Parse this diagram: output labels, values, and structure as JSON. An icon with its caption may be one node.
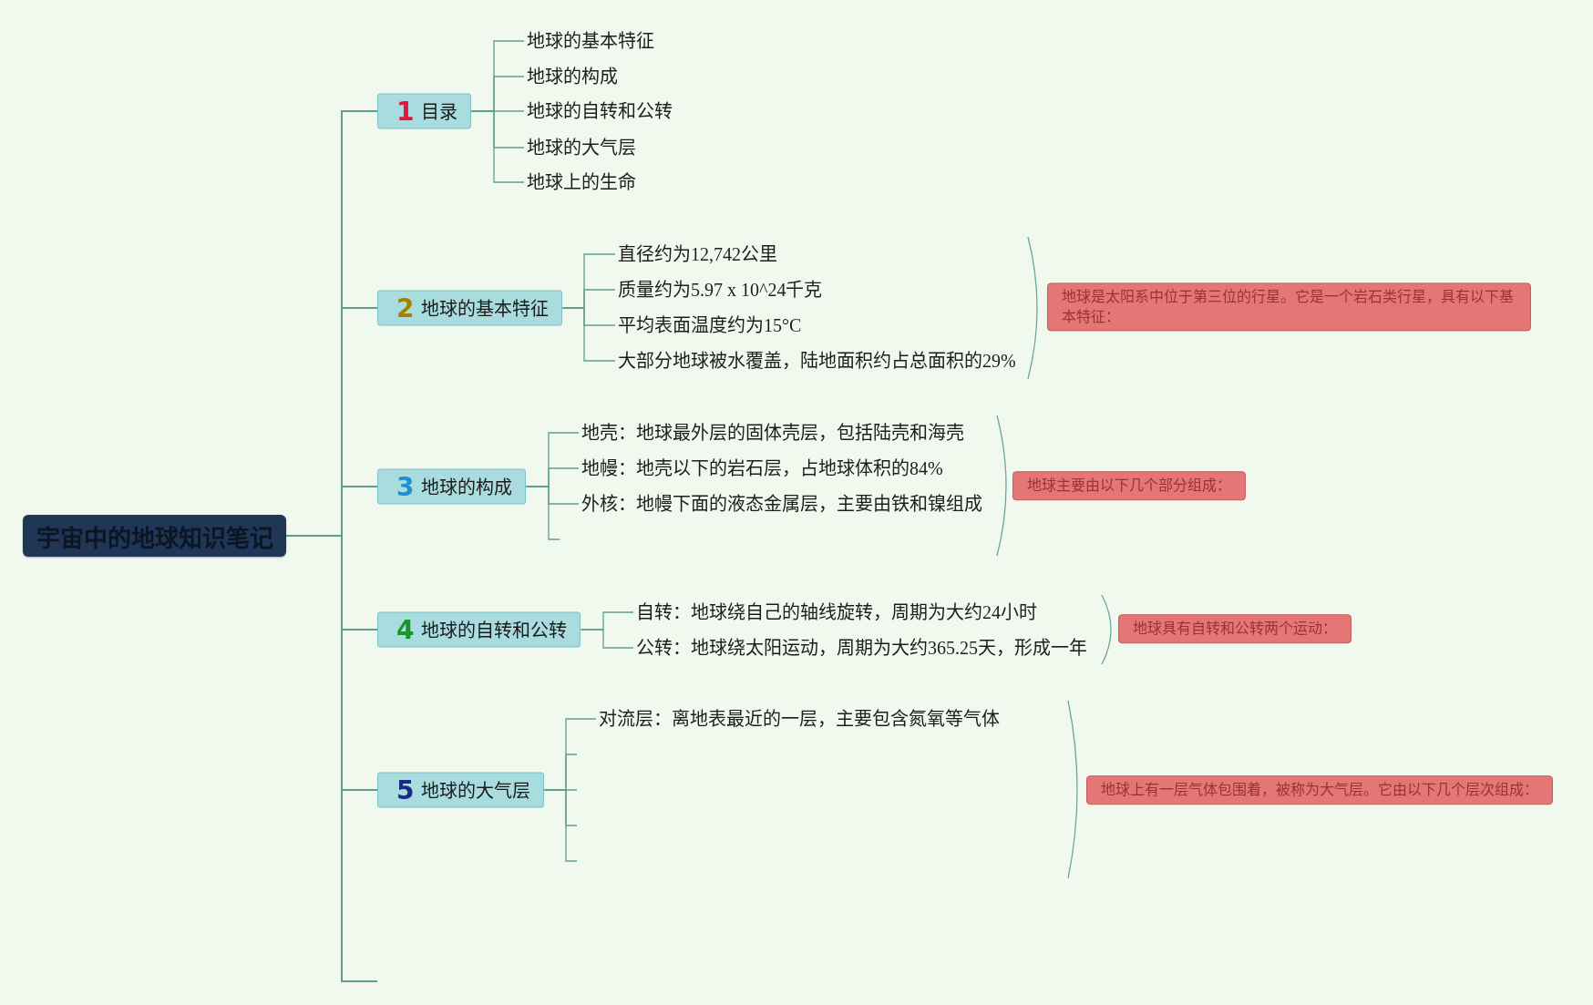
{
  "diagram": {
    "nodes": [
      {
        "text": [
          "宇宙中的地球知识笔记"
        ]
      },
      {
        "text": [
          "1",
          "目录"
        ]
      },
      {
        "text": [
          "地球的基本特征"
        ]
      },
      {
        "text": [
          "地球的构成"
        ]
      },
      {
        "text": [
          "地球的自转和公转"
        ]
      },
      {
        "text": [
          "地球的大气层"
        ]
      },
      {
        "text": [
          "地球上的生命"
        ]
      },
      {
        "text": [
          "2",
          "地球的基本特征"
        ]
      },
      {
        "text": [
          "直径约为12,742公里"
        ]
      },
      {
        "text": [
          "质量约为5.97 x 10^24千克"
        ]
      },
      {
        "text": [
          "平均表面温度约为15°C"
        ]
      },
      {
        "text": [
          "大部分地球被水覆盖，陆地面积约占总面积的29%"
        ]
      },
      {
        "text": [
          "地球是太阳系中位于第三位的行星。它是一个岩石类行星，具有以下基本特征："
        ]
      },
      {
        "text": [
          "3",
          "地球的构成"
        ]
      },
      {
        "text": [
          "地壳：地球最外层的固体壳层，包括陆壳和海壳"
        ]
      },
      {
        "text": [
          "地幔：地壳以下的岩石层，占地球体积的84%"
        ]
      },
      {
        "text": [
          "外核：地幔下面的液态金属层，主要由铁和镍组成"
        ]
      },
      {
        "text": [
          "地球主要由以下几个部分组成："
        ]
      },
      {
        "text": [
          "4",
          "地球的自转和公转"
        ]
      },
      {
        "text": [
          "自转：地球绕自己的轴线旋转，周期为大约24小时"
        ]
      },
      {
        "text": [
          "公转：地球绕太阳运动，周期为大约365.25天，形成一年"
        ]
      },
      {
        "text": [
          "地球具有自转和公转两个运动："
        ]
      },
      {
        "text": [
          "5",
          "地球的大气层"
        ]
      },
      {
        "text": [
          "对流层：离地表最近的一层，主要包含氮氧等气体"
        ]
      },
      {
        "text": [
          "地球上有一层气体包围着，被称为大气层。它由以下几个层次组成："
        ]
      }
    ],
    "edges": [
      {
        "from": 0,
        "to": 1,
        "arrow": "none"
      },
      {
        "from": 0,
        "to": 7,
        "arrow": "none"
      },
      {
        "from": 0,
        "to": 13,
        "arrow": "none"
      },
      {
        "from": 0,
        "to": 18,
        "arrow": "none"
      },
      {
        "from": 0,
        "to": 22,
        "arrow": "none"
      },
      {
        "from": 0,
        "to": null,
        "arrow": "none"
      },
      {
        "from": 1,
        "to": 2,
        "arrow": "none"
      },
      {
        "from": 1,
        "to": 3,
        "arrow": "none"
      },
      {
        "from": 1,
        "to": 4,
        "arrow": "none"
      },
      {
        "from": 1,
        "to": 5,
        "arrow": "none"
      },
      {
        "from": 1,
        "to": 6,
        "arrow": "none"
      },
      {
        "from": 7,
        "to": 8,
        "arrow": "none"
      },
      {
        "from": 7,
        "to": 9,
        "arrow": "none"
      },
      {
        "from": 7,
        "to": 10,
        "arrow": "none"
      },
      {
        "from": 7,
        "to": 11,
        "arrow": "none"
      },
      {
        "from": 13,
        "to": 14,
        "arrow": "none"
      },
      {
        "from": 13,
        "to": 15,
        "arrow": "none"
      },
      {
        "from": 13,
        "to": 16,
        "arrow": "none"
      },
      {
        "from": 13,
        "to": null,
        "arrow": "none"
      },
      {
        "from": 18,
        "to": 19,
        "arrow": "none"
      },
      {
        "from": 18,
        "to": 20,
        "arrow": "none"
      },
      {
        "from": 22,
        "to": 23,
        "arrow": "none"
      },
      {
        "from": 22,
        "to": null,
        "arrow": "none"
      },
      {
        "from": 22,
        "to": null,
        "arrow": "none"
      },
      {
        "from": 22,
        "to": null,
        "arrow": "none"
      },
      {
        "from": 22,
        "to": null,
        "arrow": "none"
      }
    ]
  }
}
